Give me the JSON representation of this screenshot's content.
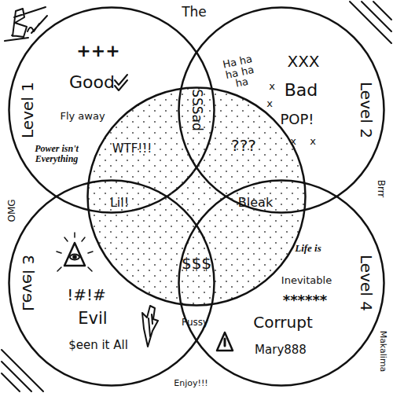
{
  "diagram": {
    "nodes": [
      {
        "text": [
          "Level 1",
          "+++",
          "Good",
          "Fly away",
          "Power isn't Everything"
        ]
      },
      {
        "text": [
          "Ha ha ha ha ha",
          "XXX",
          "Bad",
          "x",
          "x",
          "POP!",
          "x",
          "x",
          "Level 2"
        ]
      },
      {
        "text": [
          "SSSad",
          "WTF!!!",
          "???",
          "Lil!",
          "Bleak",
          "$$$"
        ]
      },
      {
        "text": [
          "Level 3",
          "!#!#",
          "Evil",
          "$een it All"
        ]
      },
      {
        "text": [
          "Life is",
          "Inevitable",
          "******",
          "Corrupt",
          "Mary888",
          "Level 4"
        ]
      }
    ],
    "labels": [
      "The",
      "OMG",
      "Brrr",
      "Pussy",
      "Enjoy!!!",
      "Makalima"
    ]
  }
}
